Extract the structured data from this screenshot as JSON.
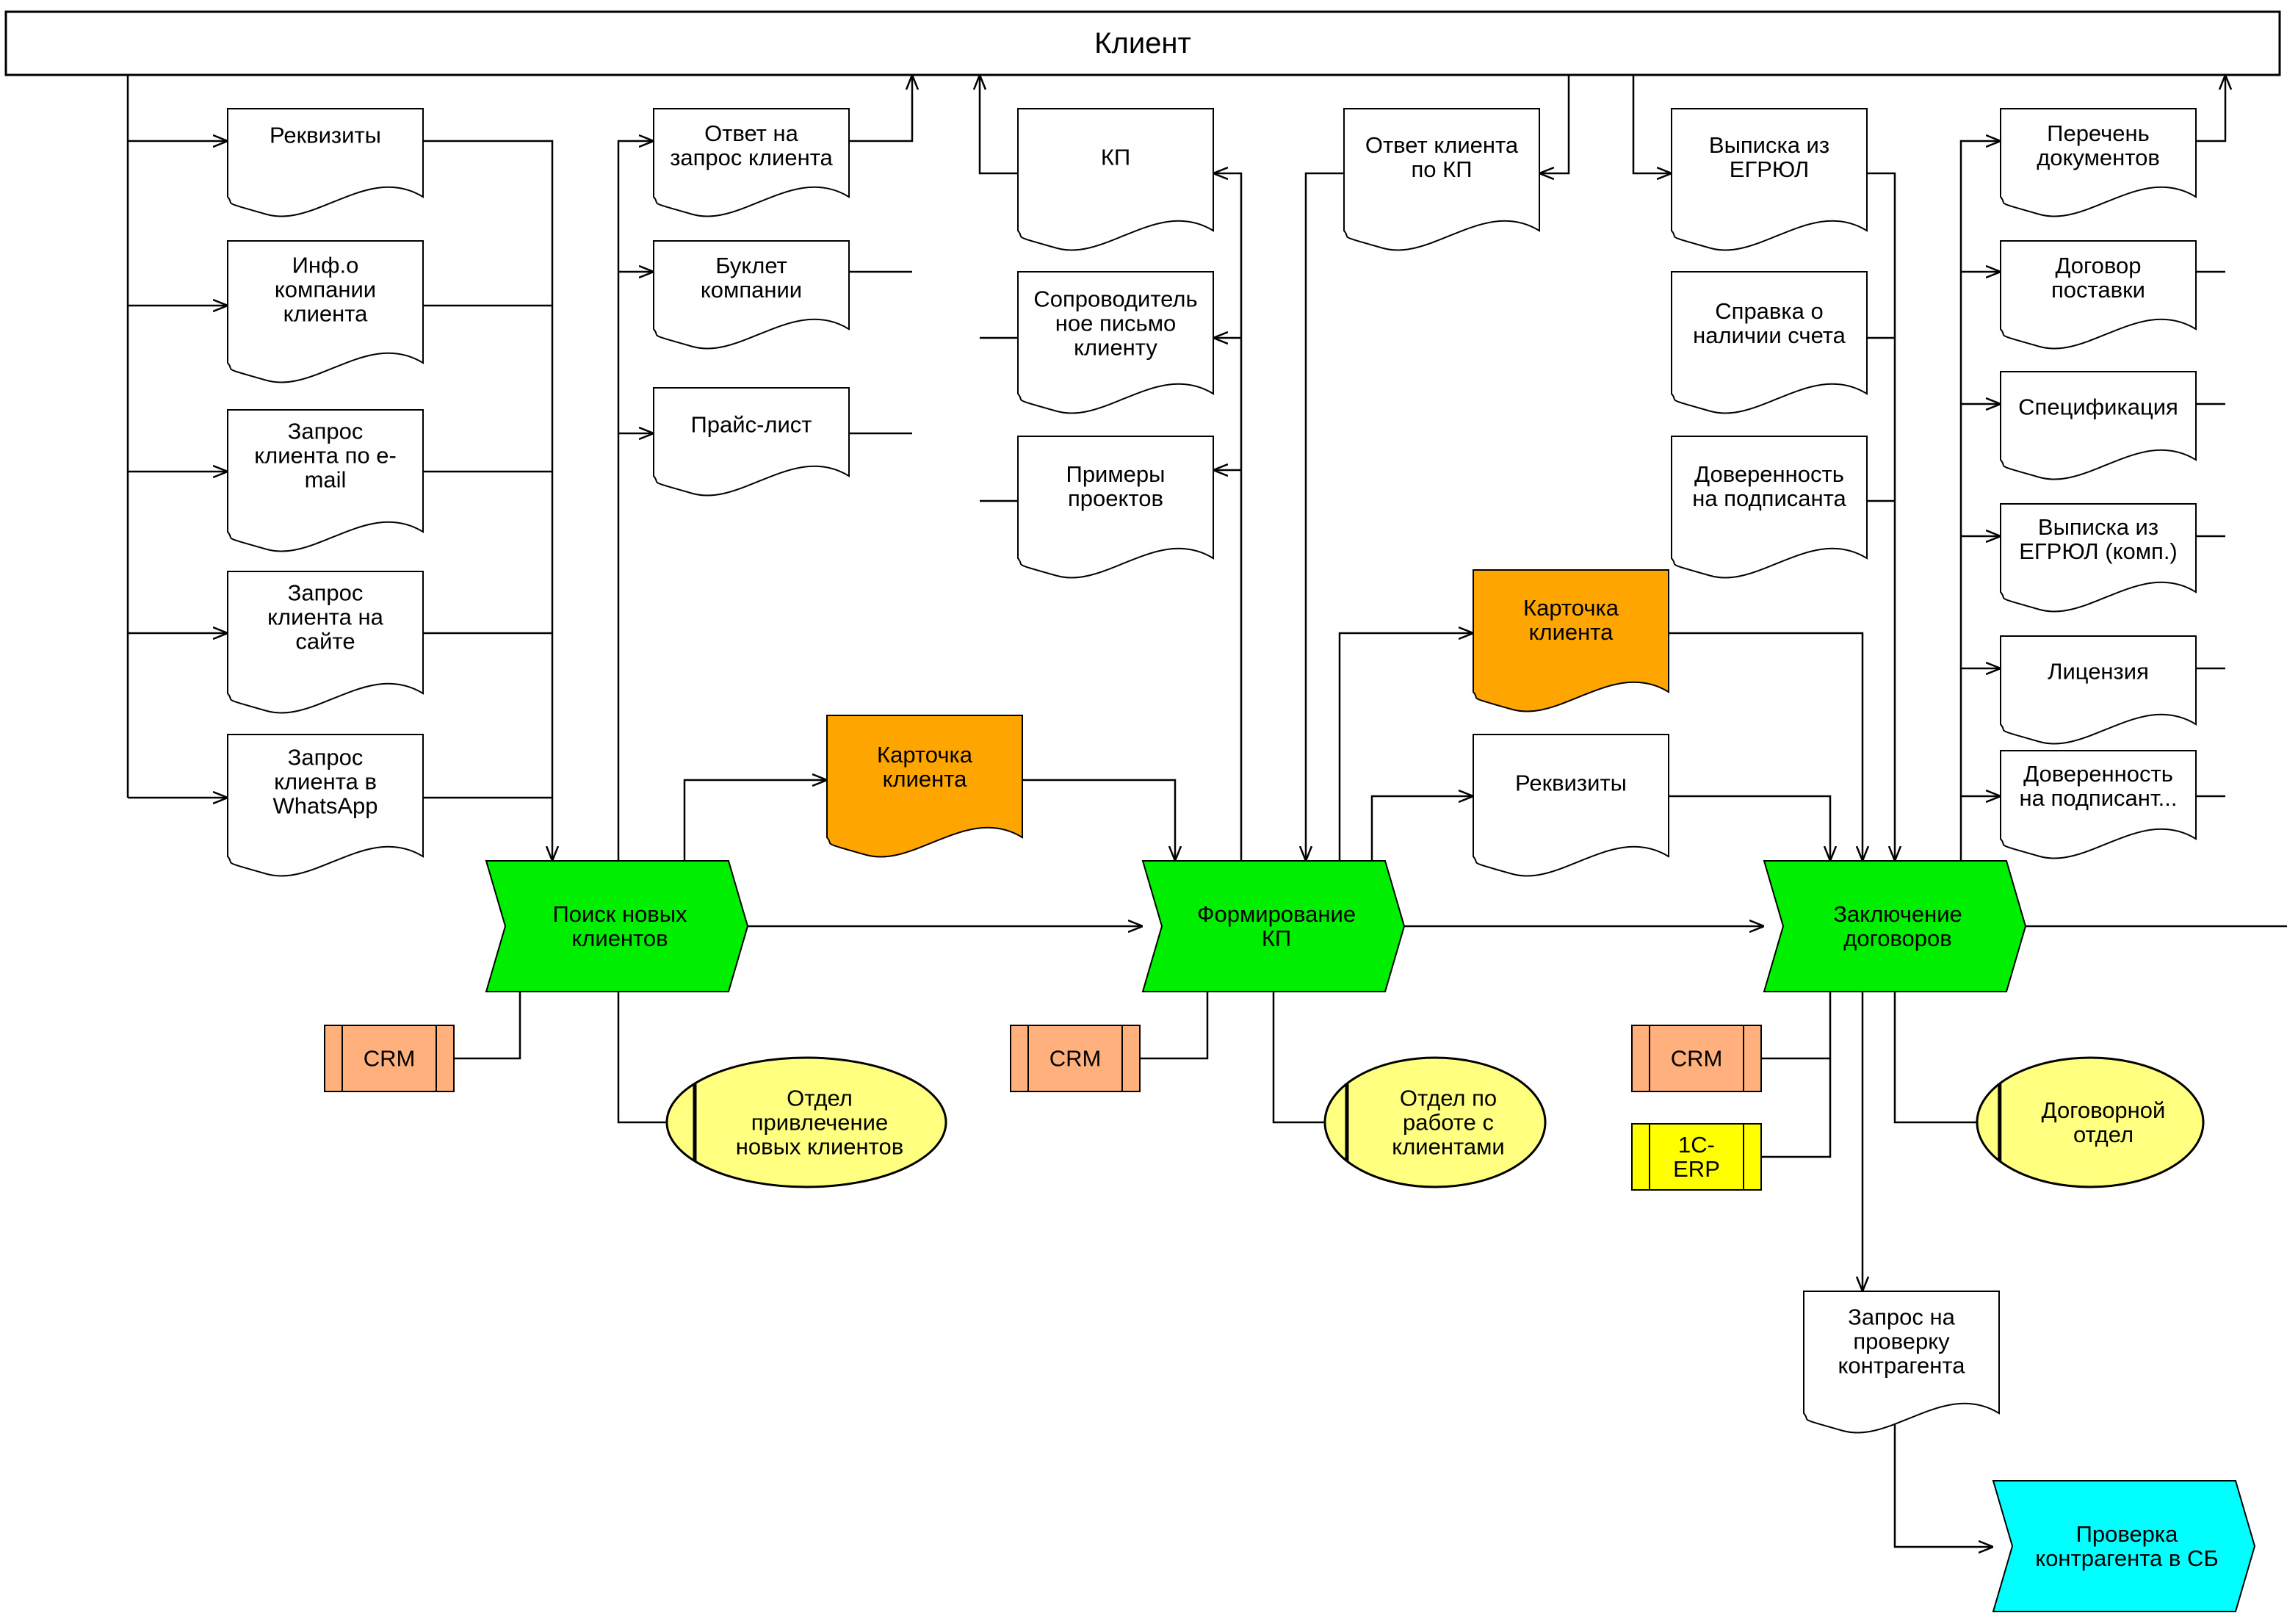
{
  "client_bar": {
    "label": "Клиент"
  },
  "colors": {
    "process": "#00ee00",
    "external_process": "#00ffff",
    "highlight_document": "#ffa500",
    "document": "#ffffff",
    "crm": "#ffb07c",
    "erp": "#ffff00",
    "department": "#ffff80",
    "line": "#000000"
  },
  "documents": {
    "d_rekv1": "Реквизиты",
    "d_info": "Инф.о|компании|клиента",
    "d_email": "Запрос|клиента по e-|mail",
    "d_site": "Запрос|клиента на|сайте",
    "d_wa": "Запрос|клиента в|WhatsApp",
    "d_otvet": "Ответ на|запрос клиента",
    "d_buklet": "Буклет|компании",
    "d_price": "Прайс-лист",
    "d_kart1": "Карточка|клиента",
    "d_kp": "КП",
    "d_soprov": "Сопроводитель|ное письмо|клиенту",
    "d_primery": "Примеры|проектов",
    "d_otvetkp": "Ответ клиента|по КП",
    "d_kart2": "Карточка|клиента",
    "d_rekv2": "Реквизиты",
    "d_vyp1": "Выписка из|ЕГРЮЛ",
    "d_sprav": "Справка о|наличии счета",
    "d_dov1": "Доверенность|на подписанта",
    "d_zapros": "Запрос на|проверку|контрагента",
    "d_perech": "Перечень|документов",
    "d_dogovor": "Договор|поставки",
    "d_spec": "Спецификация",
    "d_vyp2": "Выписка из|ЕГРЮЛ (комп.)",
    "d_lic": "Лицензия",
    "d_dov2": "Доверенность|на подписант..."
  },
  "processes": {
    "p_search": "Поиск новых|клиентов",
    "p_kp": "Формирование|КП",
    "p_dogovor": "Заключение|договоров",
    "p_check": "Проверка|контрагента в СБ"
  },
  "systems": {
    "s_crm1": "CRM",
    "s_crm2": "CRM",
    "s_crm3": "CRM",
    "s_erp": "1С-|ERP"
  },
  "departments": {
    "o_dept1": "Отдел|привлечение|новых клиентов",
    "o_dept2": "Отдел по|работе с|клиентами",
    "o_dept3": "Договорной|отдел"
  }
}
